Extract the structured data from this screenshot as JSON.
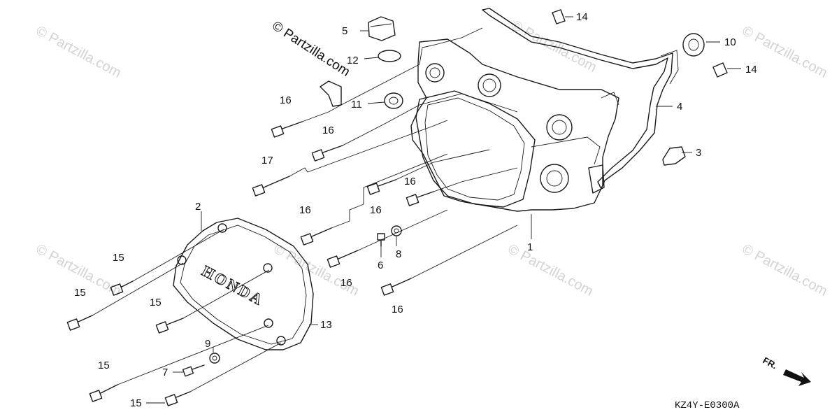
{
  "watermark": "© Partzilla.com",
  "copyright": "© Partzilla.com",
  "cover_brand": "HONDA",
  "diagram_code": "KZ4Y-E0300A",
  "direction_label": "FR.",
  "callouts": {
    "c1": "1",
    "c2": "2",
    "c3": "3",
    "c4": "4",
    "c5": "5",
    "c6": "6",
    "c7": "7",
    "c8": "8",
    "c9a": "9",
    "c10": "10",
    "c11": "11",
    "c12": "12",
    "c13": "13",
    "c14a": "14",
    "c14b": "14",
    "c15a": "15",
    "c15b": "15",
    "c15c": "15",
    "c15d": "15",
    "c15e": "15",
    "c16a": "16",
    "c16b": "16",
    "c16c": "16",
    "c16d": "16",
    "c16e": "16",
    "c16f": "16",
    "c16g": "16",
    "c17": "17"
  }
}
